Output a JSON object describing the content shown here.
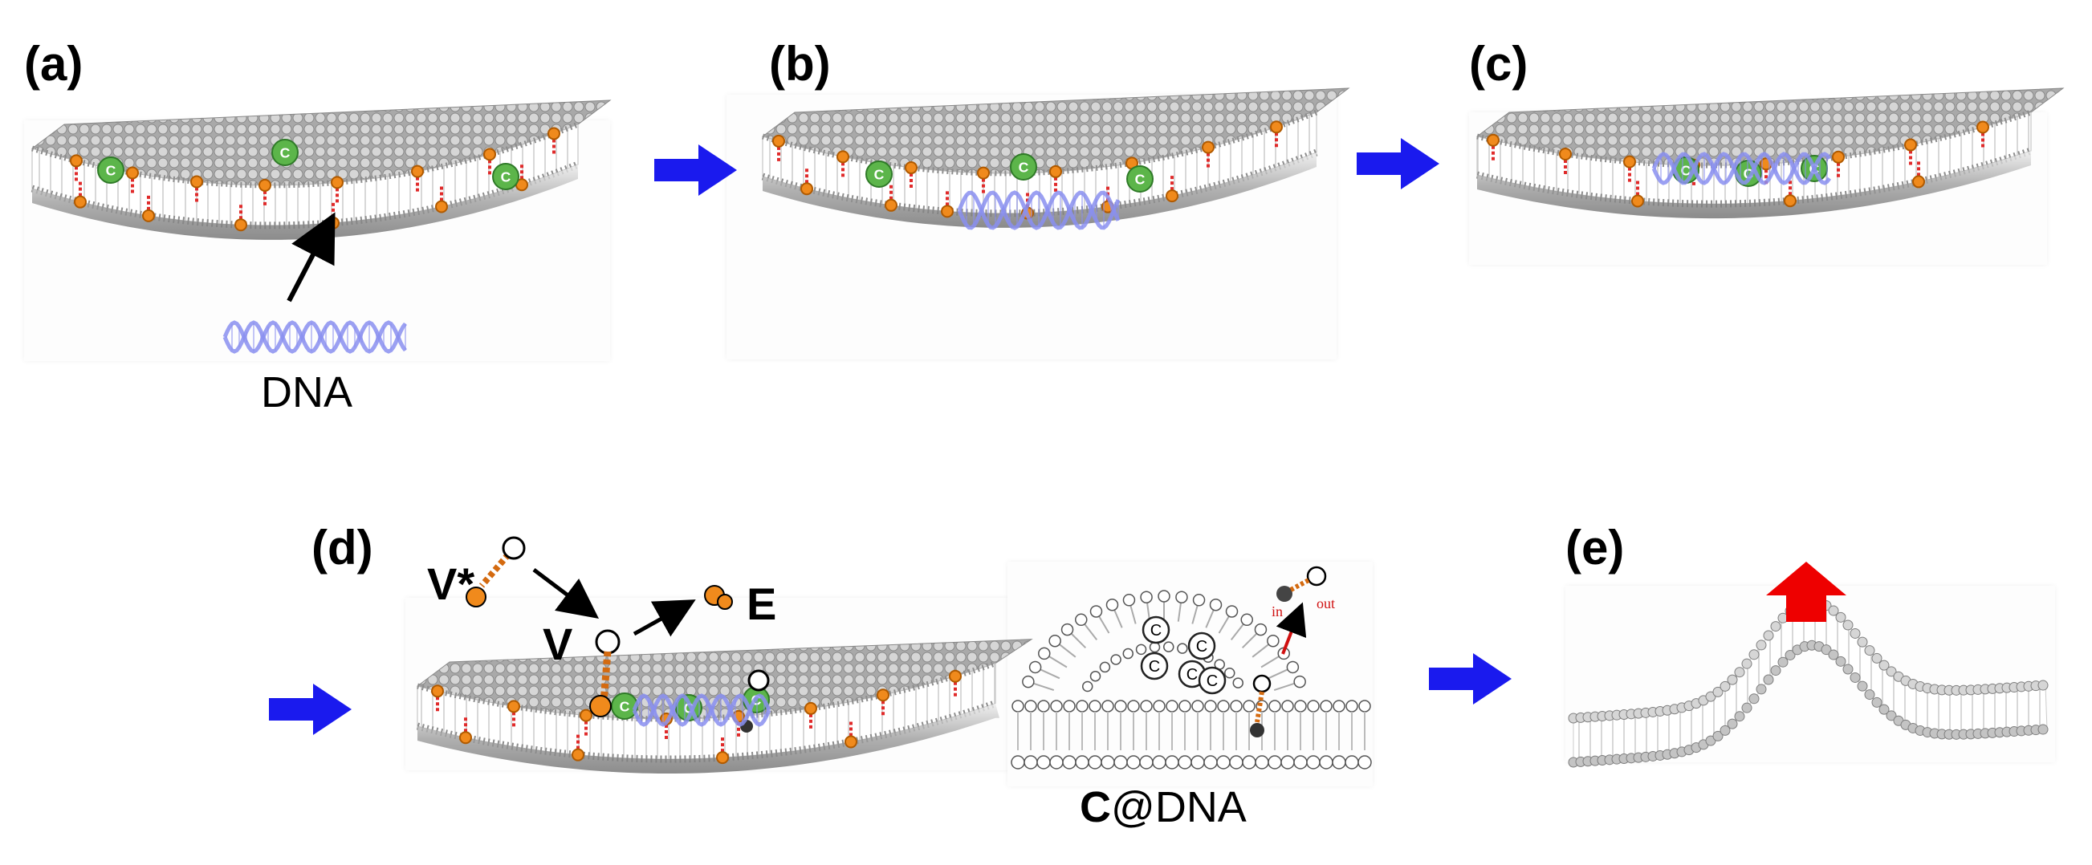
{
  "panels": {
    "a": {
      "label": "(a)",
      "dna_label": "DNA"
    },
    "b": {
      "label": "(b)"
    },
    "c": {
      "label": "(c)"
    },
    "d": {
      "label": "(d)",
      "v_star": "V*",
      "v": "V",
      "e": "E"
    },
    "e": {
      "label": "(e)"
    }
  },
  "inset": {
    "caption_bold": "C",
    "caption_rest": "@DNA",
    "in_label": "in",
    "out_label": "out"
  },
  "molecule_letter": "C",
  "colors": {
    "process_arrow": "#1a1aee",
    "budding_arrow": "#ee0000",
    "headgroup_gray": "#b8b8b8",
    "lipid_orange": "#f08a1c",
    "cationic_green": "#5cb54a",
    "dna_blue": "#8a8ff0"
  }
}
